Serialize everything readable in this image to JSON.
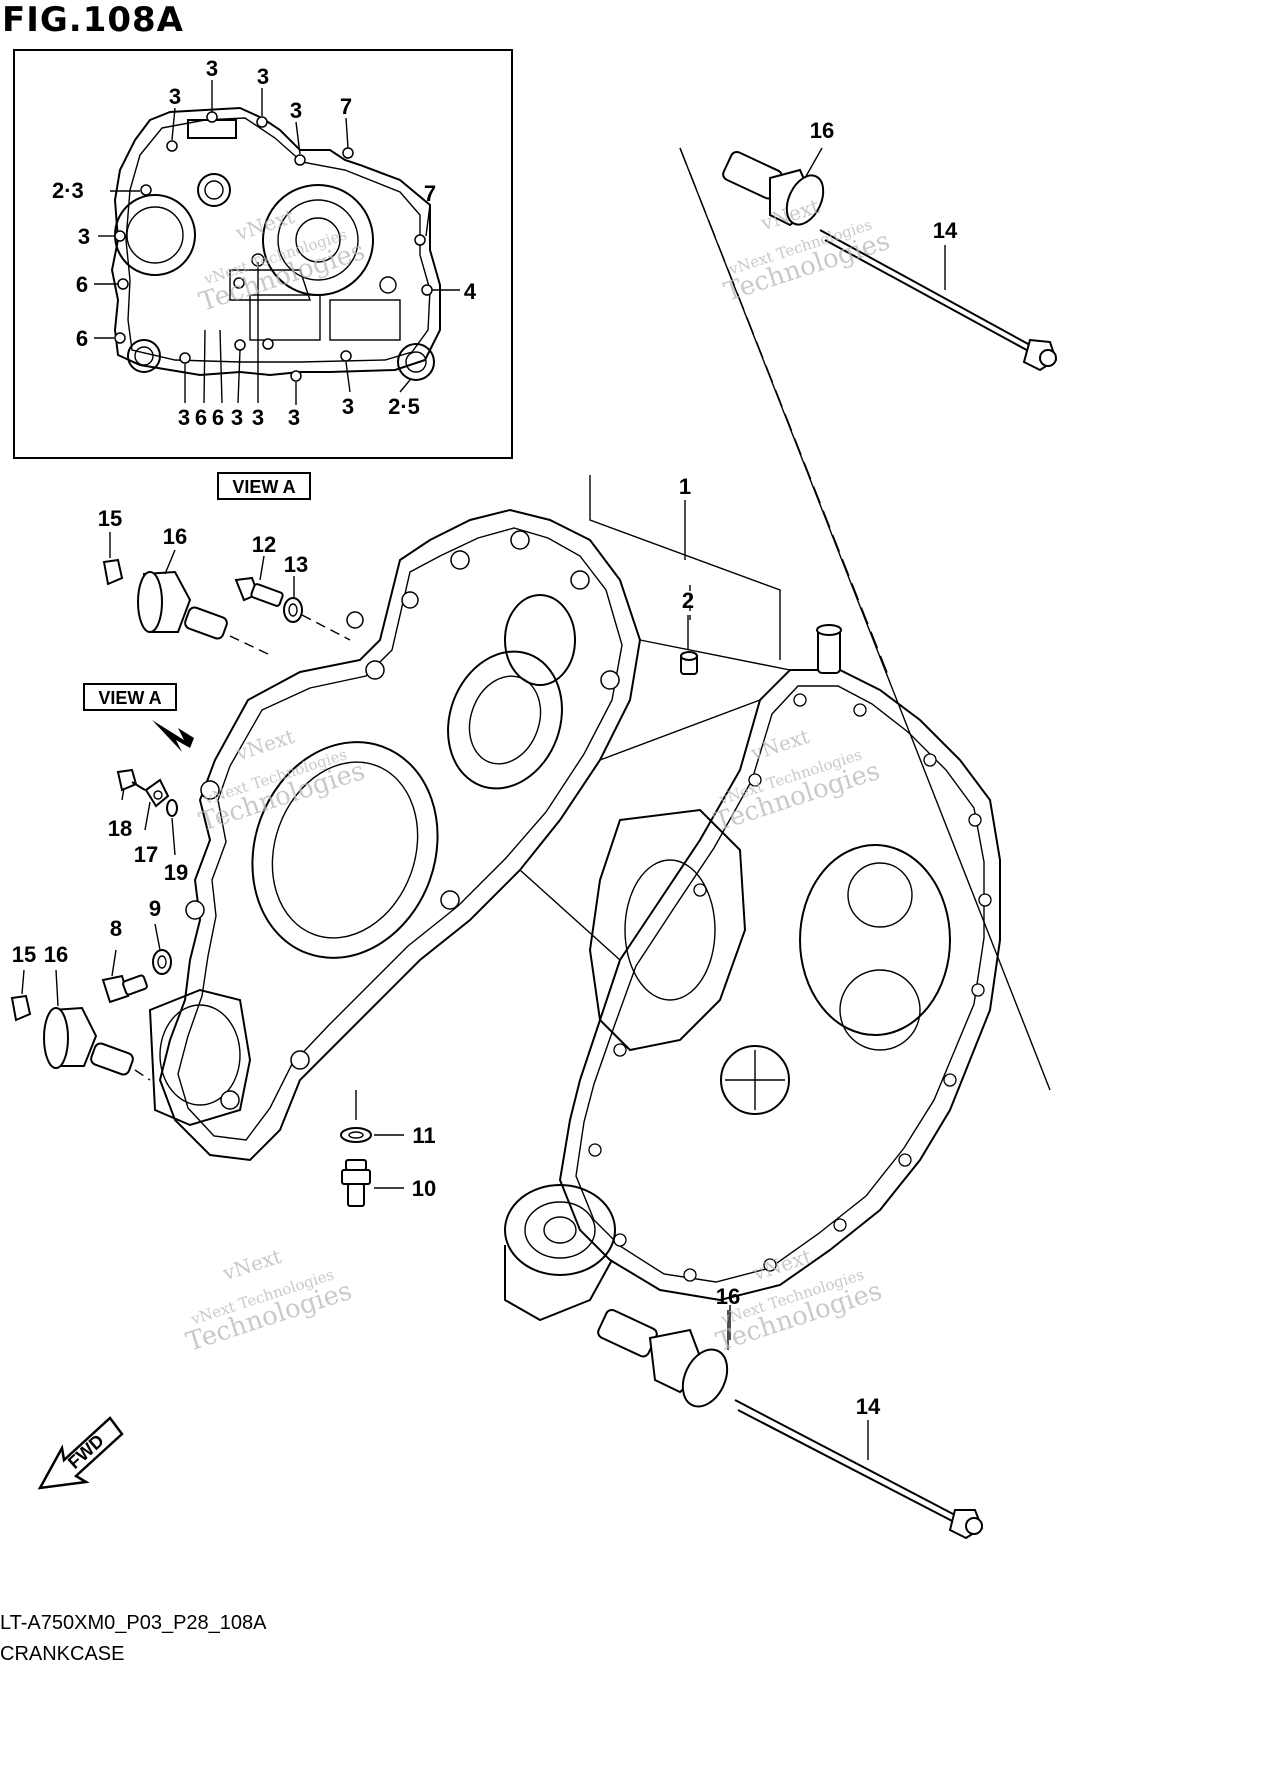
{
  "figure_title": "FIG.108A",
  "view_label": "VIEW A",
  "fwd_label": "FWD",
  "watermark": {
    "line1": "vNext",
    "line2": "vNext Technologies",
    "line3": "Technologies"
  },
  "inset_callouts": {
    "c1": "3",
    "c2": "3",
    "c3": "3",
    "c4": "3",
    "c5": "7",
    "c6": "2·3",
    "c7": "7",
    "c8": "3",
    "c9": "6",
    "c10": "4",
    "c11": "6",
    "c12": "3",
    "c13": "6",
    "c14": "6",
    "c15": "3",
    "c16": "3",
    "c17": "3",
    "c18": "3",
    "c19": "2·5"
  },
  "main_callouts": {
    "c1": "16",
    "c2": "14",
    "c3": "1",
    "c4": "2",
    "c5": "15",
    "c6": "16",
    "c7": "12",
    "c8": "13",
    "c9": "18",
    "c10": "17",
    "c11": "19",
    "c12": "8",
    "c13": "9",
    "c14": "15",
    "c15": "16",
    "c16": "11",
    "c17": "10",
    "c18": "16",
    "c19": "14"
  },
  "footer": {
    "diagram_code": "LT-A750XM0_P03_P28_108A",
    "diagram_name": "CRANKCASE"
  }
}
